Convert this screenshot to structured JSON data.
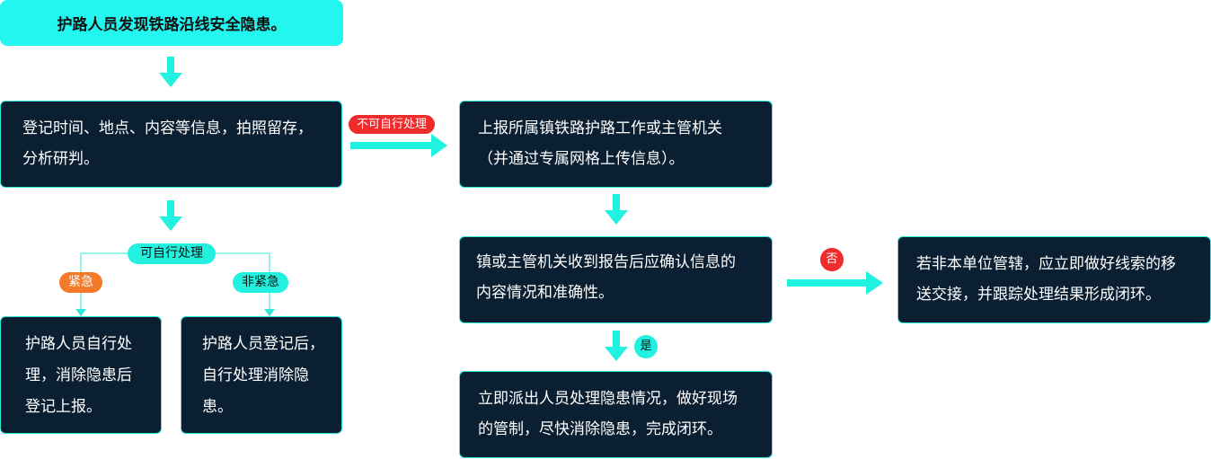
{
  "nodes": {
    "start": "护路人员发现铁路沿线安全隐患。",
    "register": [
      "登记时间、地点、内容等信息，拍照留存，",
      "分析研判。"
    ],
    "report": [
      "上报所属镇铁路护路工作或主管机关",
      "（并通过专属网格上传信息）。"
    ],
    "confirm": [
      "镇或主管机关收到报告后应确认信息的",
      "内容情况和准确性。"
    ],
    "transfer": [
      "若非本单位管辖，应立即做好线索的移",
      "送交接，并跟踪处理结果形成闭环。"
    ],
    "dispatch": [
      "立即派出人员处理隐患情况，做好现场",
      "的管制，尽快消除隐患，完成闭环。"
    ],
    "urgent_action": [
      "护路人员自行处",
      "理，消除隐患后",
      "登记上报。"
    ],
    "nonurgent_action": [
      "护路人员登记后，",
      "自行处理消除隐",
      "患。"
    ]
  },
  "labels": {
    "cannot_self_handle": "不可自行处理",
    "can_self_handle": "可自行处理",
    "urgent": "紧急",
    "non_urgent": "非紧急",
    "no": "否",
    "yes": "是"
  },
  "colors": {
    "node_bg": "#0b1f33",
    "node_border": "#2de9d8",
    "start_bg": "#23f5ef",
    "arrow": "#1ff3e0",
    "red_badge": "#ef2b2b",
    "orange_badge": "#f47a2a",
    "teal_badge": "#22f1df"
  }
}
